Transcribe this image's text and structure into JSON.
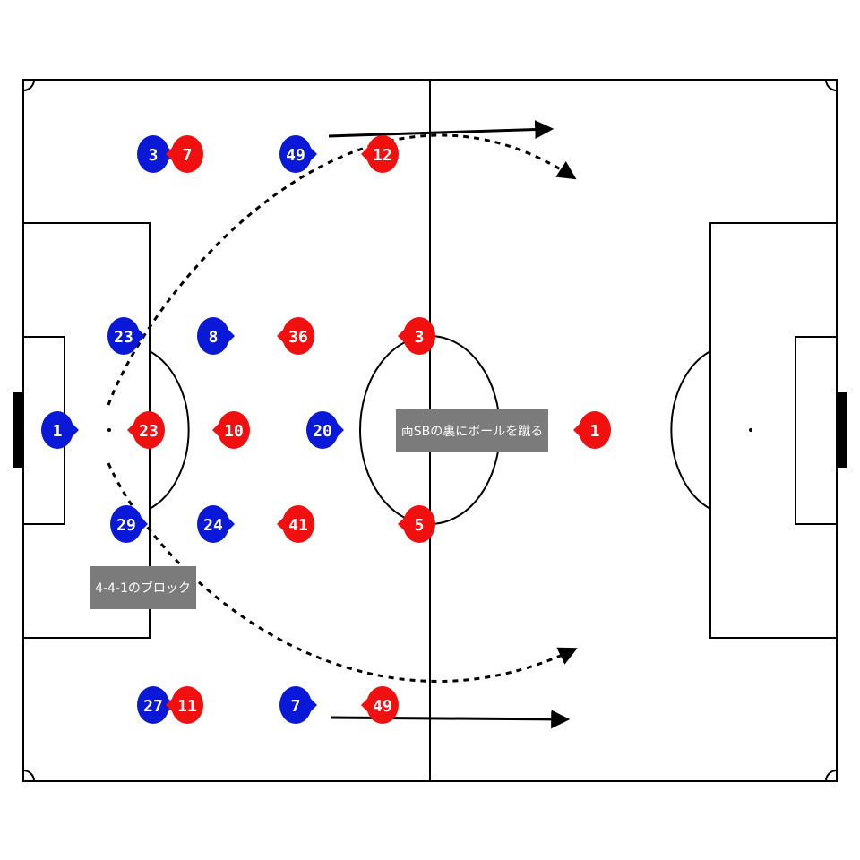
{
  "labels": {
    "block": "4-4-1のブロック",
    "action": "両SBの裏にボールを蹴る"
  },
  "colors": {
    "blue_team": "#0a18d8",
    "red_team": "#f01010",
    "lines": "#000000",
    "label_bg": "#7b7b7b"
  },
  "players": {
    "blue": [
      "3",
      "49",
      "23",
      "8",
      "1",
      "20",
      "29",
      "24",
      "27",
      "7"
    ],
    "red": [
      "7",
      "12",
      "36",
      "3",
      "23",
      "10",
      "1",
      "41",
      "5",
      "11",
      "49"
    ]
  }
}
